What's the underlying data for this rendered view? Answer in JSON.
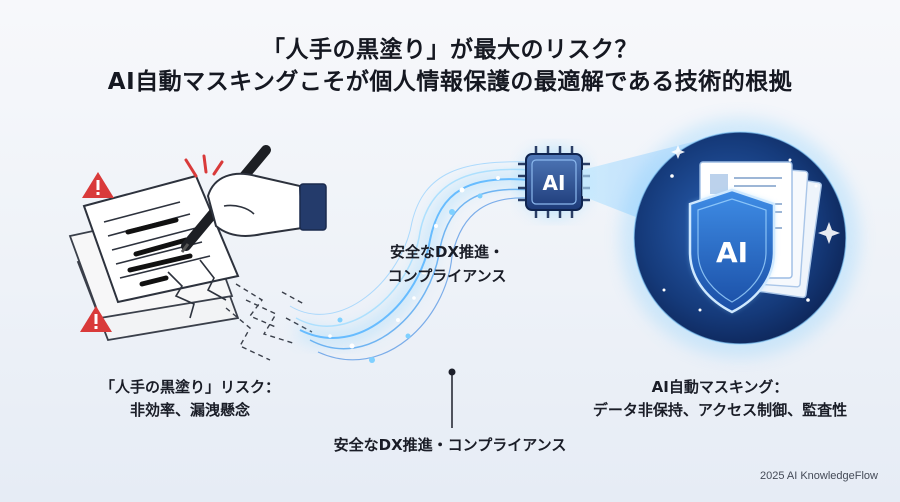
{
  "title": {
    "line1": "「人手の黒塗り」が最大のリスク？",
    "line2": "AI自動マスキングこそが個人情報保護の最適解である技術的根拠"
  },
  "left_caption": {
    "line1": "「人手の黒塗り」リスク：",
    "line2": "非効率、漏洩懸念"
  },
  "right_caption": {
    "line1": "AI自動マスキング：",
    "line2": "データ非保持、アクセス制御、監査性"
  },
  "center_label": {
    "line1": "安全なDX推進・",
    "line2": "コンプライアンス"
  },
  "bottom_label": "安全なDX推進・コンプライアンス",
  "chip_label": "AI",
  "shield_label": "AI",
  "footer": "2025 AI KnowledgeFlow",
  "colors": {
    "warning": "#d93a3a",
    "accent_blue": "#2f7fe0",
    "glow": "#6cc6ff",
    "dark_navy": "#11275a"
  },
  "icons": [
    "warning-triangle-icon",
    "pen-icon",
    "ai-chip-icon",
    "shield-icon",
    "document-icon"
  ]
}
